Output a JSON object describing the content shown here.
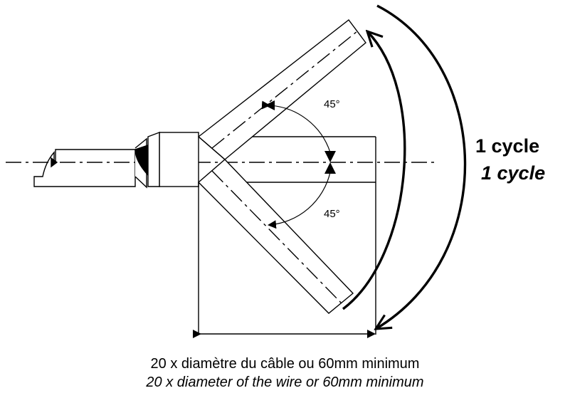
{
  "cycle_label_fr": "1 cycle",
  "cycle_label_en": "1 cycle",
  "angle_upper": "45°",
  "angle_lower": "45°",
  "caption_fr": "20 x diamètre du câble ou 60mm minimum",
  "caption_en": "20 x diameter of the wire or 60mm minimum"
}
